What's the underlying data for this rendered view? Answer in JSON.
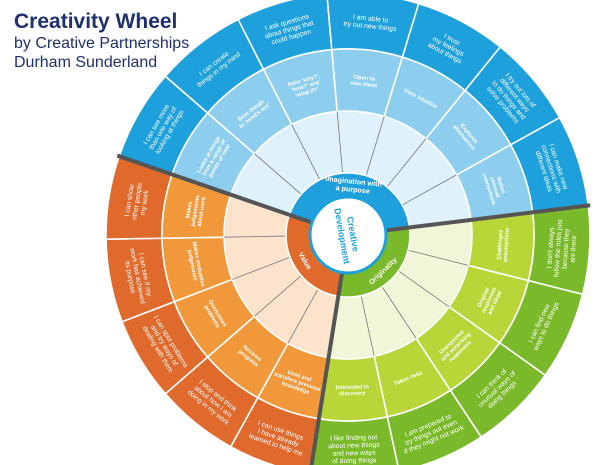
{
  "header": {
    "title": "Creativity Wheel",
    "subtitle_line1": "by Creative Partnerships",
    "subtitle_line2": "Durham Sunderland"
  },
  "center": {
    "label": [
      "Creative",
      "Development"
    ]
  },
  "colors": {
    "blue_dark": "#1ea0dc",
    "blue_mid": "#8dcdee",
    "blue_light": "#dff1fb",
    "green_dark": "#7ab929",
    "green_mid": "#b8d638",
    "green_light": "#f2f6d8",
    "orange_dark": "#e0692c",
    "orange_mid": "#f0983a",
    "orange_light": "#fbe3cc",
    "divider": "#555555"
  },
  "sections": [
    {
      "id": "imagination",
      "theme": "blue",
      "hub_label": [
        "Imagination with",
        "a purpose"
      ],
      "outer": [
        [
          "I can see more",
          "than one way of",
          "looking at things"
        ],
        [
          "I can create",
          "things in my mind"
        ],
        [
          "I ask questions",
          "about things that",
          "could happen"
        ],
        [
          "I am able to",
          "try out new things"
        ],
        [
          "I trust",
          "my feelings",
          "about things"
        ],
        [
          "I try out lots of",
          "different ways",
          "to do things and",
          "solve problems"
        ],
        [
          "I can make new",
          "connections with",
          "different ideas"
        ]
      ],
      "middle": [
        [
          "Looks at things",
          "from a range of",
          "points of view"
        ],
        [
          "Sees things",
          "in 'mind's eye'"
        ],
        [
          "Asks 'why?',",
          "'how?' and",
          "'what if?'"
        ],
        [
          "Open to",
          "new ideas"
        ],
        [
          "Uses intuition"
        ],
        [
          "Explores",
          "alternatives"
        ],
        [
          "Makes",
          "unusual",
          "connections"
        ]
      ]
    },
    {
      "id": "originality",
      "theme": "green",
      "hub_label": [
        "Originality"
      ],
      "outer": [
        [
          "I don't always",
          "follow the rules just",
          "because they",
          "are there"
        ],
        [
          "I can find new",
          "ways to do things"
        ],
        [
          "I can think of",
          "unusual ways of",
          "doing things"
        ],
        [
          "I am prepared to",
          "try things out even",
          "if they might not work"
        ],
        [
          "I like finding out",
          "about new things",
          "and new ways",
          "of doing things"
        ]
      ],
      "middle": [
        [
          "Challenges",
          "assumptions"
        ],
        [
          "Original",
          "responses",
          "and ideas"
        ],
        [
          "Unexpected",
          "and surprising",
          "responses"
        ],
        [
          "Takes risks"
        ],
        [
          "Interested in",
          "discovery"
        ]
      ]
    },
    {
      "id": "value",
      "theme": "orange",
      "hub_label": [
        "Value"
      ],
      "outer": [
        [
          "I can use things",
          "I have already",
          "learned to help me"
        ],
        [
          "I stop and think",
          "about how I am",
          "doing in my work"
        ],
        [
          "I can spot problems",
          "and try ways of",
          "dealing with them"
        ],
        [
          "I can see if my",
          "work has achieved",
          "its purpose"
        ],
        [
          "I can show",
          "other people",
          "my work"
        ]
      ],
      "middle": [
        [
          "Uses and",
          "transfers previous",
          "knowledge"
        ],
        [
          "Reviews",
          "progress"
        ],
        [
          "Overcomes",
          "problems"
        ],
        [
          "Makes evaluative",
          "judgements"
        ],
        [
          "Makes",
          "judgements",
          "about work"
        ]
      ]
    }
  ]
}
